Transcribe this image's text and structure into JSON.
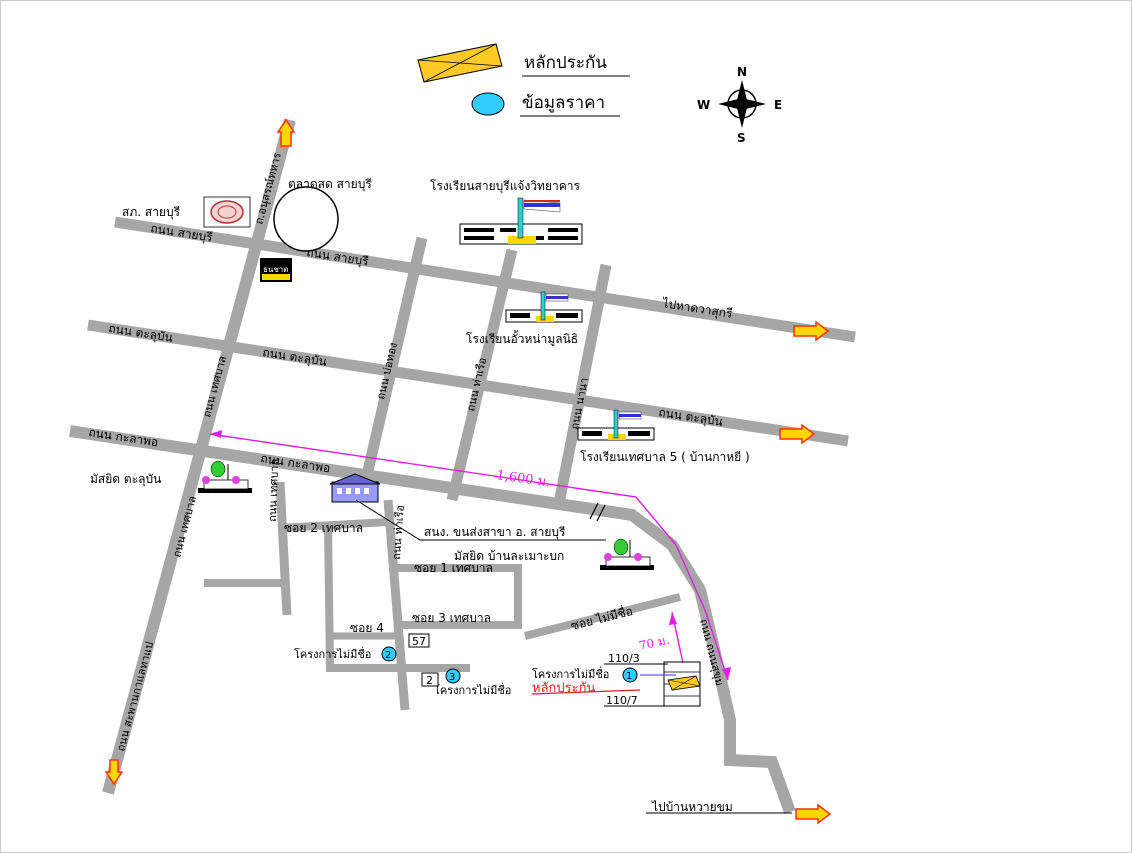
{
  "legend": {
    "collateral_label": "หลักประกัน",
    "price_label": "ข้อมูลราคา"
  },
  "compass": {
    "n": "N",
    "s": "S",
    "e": "E",
    "w": "W"
  },
  "colors": {
    "road": "#a6a6a6",
    "collateral_fill": "#ffc926",
    "price_fill": "#33ccff",
    "distance_line": "#e020e0",
    "arrow_fill": "#ffd700",
    "arrow_stroke": "#ff3300",
    "collateral_text": "#e02020"
  },
  "labels": {
    "market": "ตลาดสด สายบุรี",
    "police": "สภ. สายบุรี",
    "school_1": "โรงเรียนสายบุรีแจ้งวิทยาคาร",
    "school_2": "โรงเรียนอั้วหน่ามูลนิธิ",
    "school_3": "โรงเรียนเทศบาล 5 ( บ้านกาหยี )",
    "mosque_1": "มัสยิด ตะลุบัน",
    "mosque_2": "มัสยิด บ้านละเมาะบก",
    "post_office": "สนง. ขนส่งสาขา อ. สายบุรี",
    "to_beach": "ไปหาดวาสุกรี",
    "to_village": "ไปบ้านหวายขม",
    "dist_1600": "1,600 ม.",
    "dist_70": "70 ม.",
    "road_saiburi_1": "ถนน สายบุรี",
    "road_saiburi_2": "ถนน สายบุรี",
    "road_taluban_1": "ถนน ตะลุบัน",
    "road_taluban_2": "ถนน ตะลุบัน",
    "road_taluban_3": "ถนน ตะลุบัน",
    "road_kalapho_1": "ถนน กะลาพอ",
    "road_kalapho_2": "ถนน กะลาพอ",
    "road_left_1": "ถ.อนุสรณ์ทหาร",
    "road_left_2": "ถนน เทศบาล",
    "road_left_3": "ถนน เทศบาล",
    "road_left_4": "ถนน สะพานกาแลทาแป",
    "road_mid_1": "ถนน บ่อทอง",
    "road_mid_2": "ถนน ท่าเรือ",
    "road_mid_3": "ถนน นานา",
    "road_mid_4": "ถนน ท่าเรือ",
    "road_right": "ถนน ถนนสุขุม",
    "soi_2": "ซอย 2 เทศบาล",
    "soi_1": "ซอย 1 เทศบาล",
    "soi_3": "ซอย 3 เทศบาล",
    "soi_4": "ซอย 4",
    "soi_noname": "ซอย ไม่มีชื่อ",
    "project_1": "โครงการไม่มีชื่อ",
    "project_2": "โครงการไม่มีชื่อ",
    "project_3": "โครงการไม่มีชื่อ",
    "collateral_tag": "หลักประกัน",
    "house_1": "110/3",
    "house_2": "110/7",
    "box_57": "57",
    "box_2": "2",
    "marker_1": "1",
    "marker_2": "2",
    "marker_3": "3",
    "bank_logo": "ธนชาต"
  }
}
